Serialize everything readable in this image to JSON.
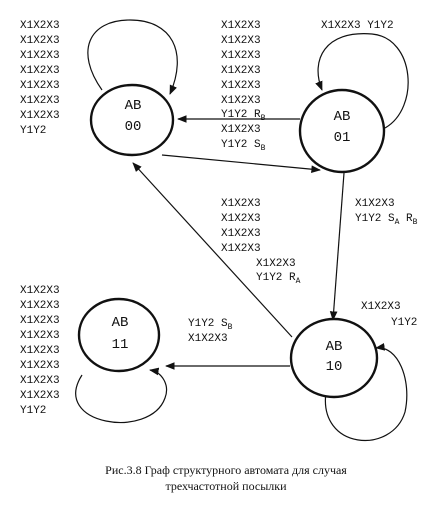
{
  "states": {
    "s00": {
      "top": "AB",
      "bottom": "00"
    },
    "s01": {
      "top": "AB",
      "bottom": "01"
    },
    "s10": {
      "top": "AB",
      "bottom": "10"
    },
    "s11": {
      "top": "AB",
      "bottom": "11"
    }
  },
  "labels": {
    "loop00": [
      "X1X2X3",
      "X1X2X3",
      "X1X2X3",
      "X1X2X3",
      "X1X2X3",
      "X1X2X3",
      "X1X2X3",
      "Y1Y2"
    ],
    "e01to00_top": [
      "X1X2X3",
      "X1X2X3",
      "X1X2X3",
      "X1X2X3",
      "X1X2X3",
      "X1X2X3"
    ],
    "e01to00_last": {
      "text": "Y1Y2 R",
      "sub": "B"
    },
    "e00to01": {
      "line1": "X1X2X3",
      "line2": "Y1Y2 S",
      "sub": "B"
    },
    "loop01": "X1X2X3 Y1Y2",
    "e01to10": {
      "line1": "X1X2X3",
      "line2": "Y1Y2 S",
      "sub1": "A",
      "mid": " R",
      "sub2": "B"
    },
    "e10to00_top": [
      "X1X2X3",
      "X1X2X3",
      "X1X2X3",
      "X1X2X3"
    ],
    "e10to00_x": "X1X2X3",
    "e10to00_y": {
      "text": "Y1Y2 R",
      "sub": "A"
    },
    "e10to11": {
      "line1": "Y1Y2 S",
      "sub": "B",
      "line2": "X1X2X3"
    },
    "loop10": [
      "X1X2X3",
      "Y1Y2"
    ],
    "loop11": [
      "X1X2X3",
      "X1X2X3",
      "X1X2X3",
      "X1X2X3",
      "X1X2X3",
      "X1X2X3",
      "X1X2X3",
      "X1X2X3",
      "Y1Y2"
    ]
  },
  "caption": {
    "line1": "Рис.3.8  Граф структурного автомата для случая",
    "line2": "трехчастотной посылки"
  }
}
